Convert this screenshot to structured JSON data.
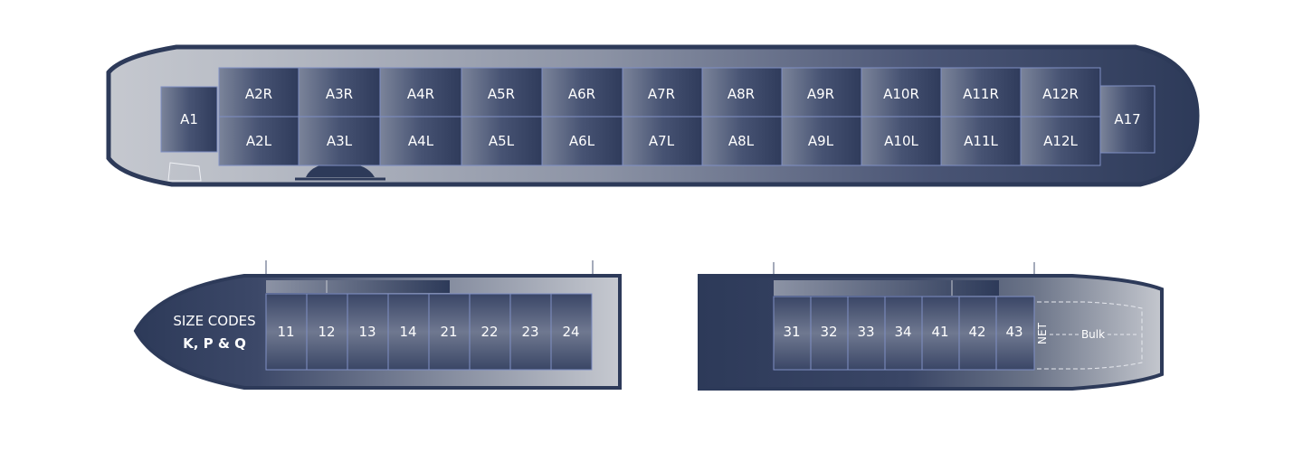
{
  "main_deck": {
    "front_position": "A1",
    "upper_row": [
      "A2R",
      "A3R",
      "A4R",
      "A5R",
      "A6R",
      "A7R",
      "A8R",
      "A9R",
      "A10R",
      "A11R",
      "A12R"
    ],
    "lower_row": [
      "A2L",
      "A3L",
      "A4L",
      "A5L",
      "A6L",
      "A7L",
      "A8L",
      "A9L",
      "A10L",
      "A11L",
      "A12L"
    ],
    "rear_position": "A17"
  },
  "forward_hold": {
    "size_codes_line1": "SIZE CODES",
    "size_codes_line2": "K, P & Q",
    "positions": [
      "11",
      "12",
      "13",
      "14",
      "21",
      "22",
      "23",
      "24"
    ]
  },
  "aft_hold": {
    "positions": [
      "31",
      "32",
      "33",
      "34",
      "41",
      "42",
      "43"
    ],
    "net_label": "NET",
    "bulk_label": "Bulk"
  },
  "colors": {
    "hull_dark": "#2d3a59",
    "hull_light": "#c0c4cc",
    "cell_border": "#7f8fc4"
  }
}
